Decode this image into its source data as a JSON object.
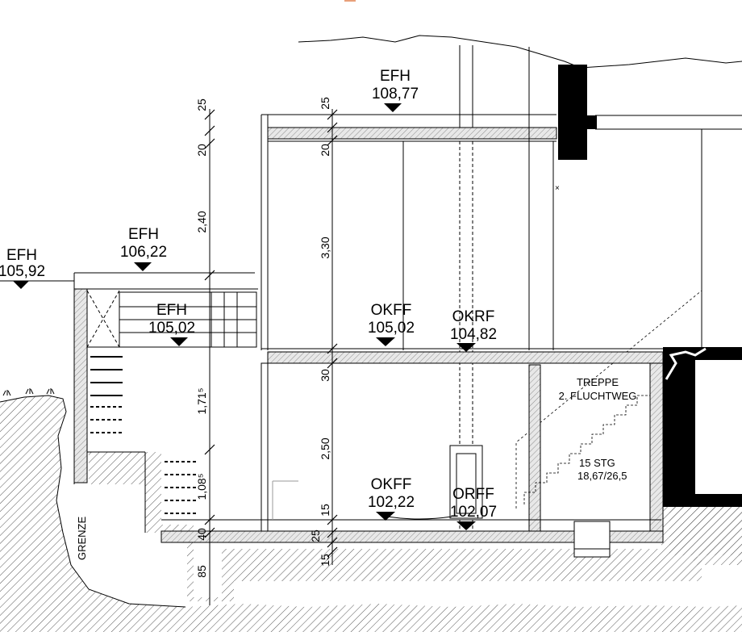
{
  "levels": {
    "efh_outer": {
      "name": "EFH",
      "value": "105,92"
    },
    "efh_upper_terrace": {
      "name": "EFH",
      "value": "106,22"
    },
    "efh_lower_terrace": {
      "name": "EFH",
      "value": "105,02"
    },
    "efh_roof": {
      "name": "EFH",
      "value": "108,77"
    },
    "okff_ground": {
      "name": "OKFF",
      "value": "105,02"
    },
    "okrf_ground": {
      "name": "OKRF",
      "value": "104,82"
    },
    "okff_basement": {
      "name": "OKFF",
      "value": "102,22"
    },
    "orff_basement": {
      "name": "ORFF",
      "value": "102,07"
    }
  },
  "dimensions_left": [
    "25",
    "20",
    "2,40",
    "1,71⁵",
    "1,08⁵",
    "40",
    "85"
  ],
  "dimensions_center": [
    "25",
    "20",
    "3,30",
    "30",
    "2,50",
    "15",
    "25",
    "15"
  ],
  "stair": {
    "label_line1": "TREPPE",
    "label_line2": "2. FLUCHTWEG",
    "steps": "15 STG",
    "ratio": "18,67/26,5"
  },
  "boundary_label": "GRENZE",
  "colors": {
    "line": "#000000",
    "hatch": "#555555",
    "background": "#ffffff",
    "accent_mark": "#e8a07a"
  }
}
